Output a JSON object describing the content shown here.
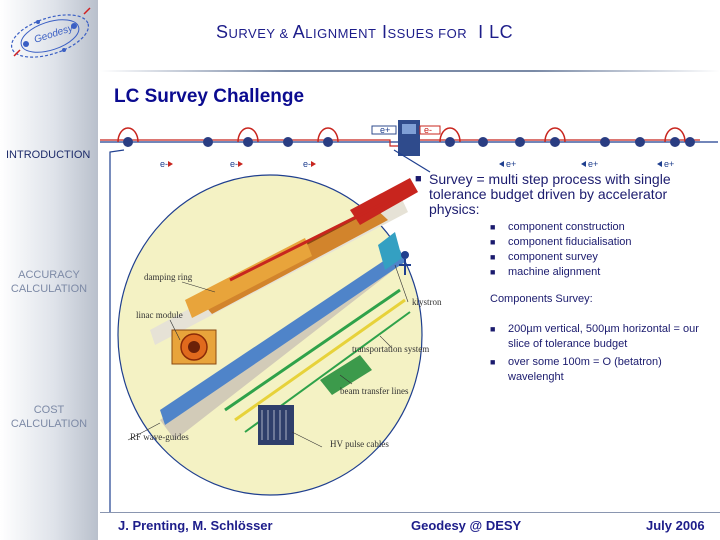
{
  "header": {
    "title_parts": [
      {
        "text": "S",
        "small": false
      },
      {
        "text": "URVEY",
        "small": true
      },
      {
        "text": " & ",
        "small": true
      },
      {
        "text": "A",
        "small": false
      },
      {
        "text": "LIGNMENT",
        "small": true
      },
      {
        "text": " I",
        "small": false
      },
      {
        "text": "SSUES",
        "small": true
      },
      {
        "text": " ",
        "small": true
      },
      {
        "text": "FOR",
        "small": true
      },
      {
        "text": "  I LC",
        "small": false
      }
    ],
    "subtitle": "LC Survey Challenge"
  },
  "logo": {
    "text": "Geodesy",
    "colors": {
      "blue": "#3a5fc4",
      "red": "#d02020"
    }
  },
  "sidebar": {
    "sections": [
      {
        "label": "INTRODUCTION",
        "active": true
      },
      {
        "label": "ACCURACY CALCULATION",
        "active": false
      },
      {
        "label": "COST CALCULATION",
        "active": false
      }
    ]
  },
  "beamline": {
    "electron_labels": [
      "e-",
      "e-",
      "e-"
    ],
    "positron_labels": [
      "e+",
      "e+",
      "e+"
    ],
    "ip_labels": [
      "e+",
      "e-"
    ]
  },
  "tunnel": {
    "labels": [
      "damping ring",
      "linac module",
      "klystron",
      "transportation system",
      "beam transfer lines",
      "RF wave-guides",
      "HV pulse cables"
    ]
  },
  "content": {
    "main_bullet": "Survey = multi step process with single tolerance budget driven by accelerator physics:",
    "sub_bullets": [
      "component construction",
      "component fiducialisation",
      "component survey",
      "machine alignment"
    ],
    "components_survey_label": "Components Survey:",
    "components_bullets": [
      "200µm vertical, 500µm horizontal = our slice of tolerance budget",
      "over some 100m = O (betatron) wavelenght"
    ]
  },
  "footer": {
    "authors": "J. Prenting, M. Schlösser",
    "org": "Geodesy @ DESY",
    "date": "July 2006"
  },
  "colors": {
    "title": "#1d1d8a",
    "subtitle": "#0b0b90",
    "beam_red": "#c8251e",
    "beam_blue": "#1f3f8f",
    "ellipse_fill": "#f4f2c4"
  }
}
